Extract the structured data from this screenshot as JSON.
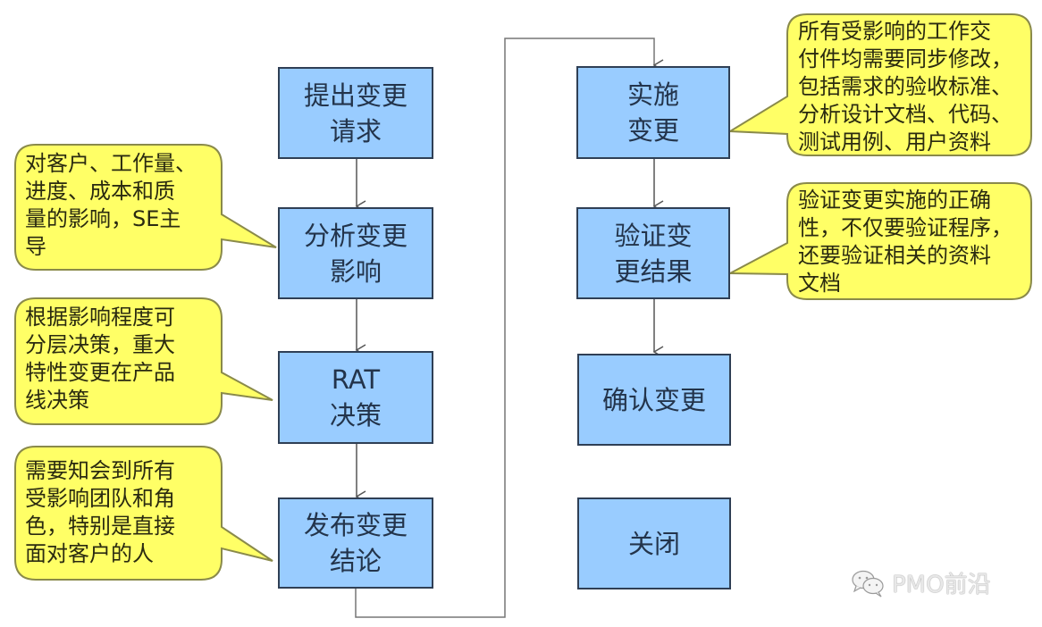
{
  "colors": {
    "step_fill": "#99ccff",
    "step_border": "#2f3f55",
    "callout_fill": "#ffff66",
    "callout_border": "#8a8a4a",
    "connector": "#555555"
  },
  "steps": [
    {
      "id": "submit",
      "label": "提出变更\n请求"
    },
    {
      "id": "analyze",
      "label": "分析变更\n影响"
    },
    {
      "id": "rat",
      "label": "RAT\n决策"
    },
    {
      "id": "publish",
      "label": "发布变更\n结论"
    },
    {
      "id": "implement",
      "label": "实施\n变更"
    },
    {
      "id": "verify",
      "label": "验证变\n更结果"
    },
    {
      "id": "confirm",
      "label": "确认变更"
    },
    {
      "id": "close",
      "label": "关闭"
    }
  ],
  "callouts": [
    {
      "target": "analyze",
      "text": "对客户、工作量、\n进度、成本和质\n量的影响，SE主\n导"
    },
    {
      "target": "rat",
      "text": "根据影响程度可\n分层决策，重大\n特性变更在产品\n线决策"
    },
    {
      "target": "publish",
      "text": "需要知会到所有\n受影响团队和角\n色，特别是直接\n面对客户的人"
    },
    {
      "target": "implement",
      "text": "所有受影响的工作交\n付件均需要同步修改，\n包括需求的验收标准、\n分析设计文档、代码、\n测试用例、用户资料"
    },
    {
      "target": "verify",
      "text": "验证变更实施的正确\n性，不仅要验证程序，\n还要验证相关的资料\n文档"
    }
  ],
  "watermark": {
    "icon": "wechat-icon",
    "text": "PMO前沿"
  }
}
